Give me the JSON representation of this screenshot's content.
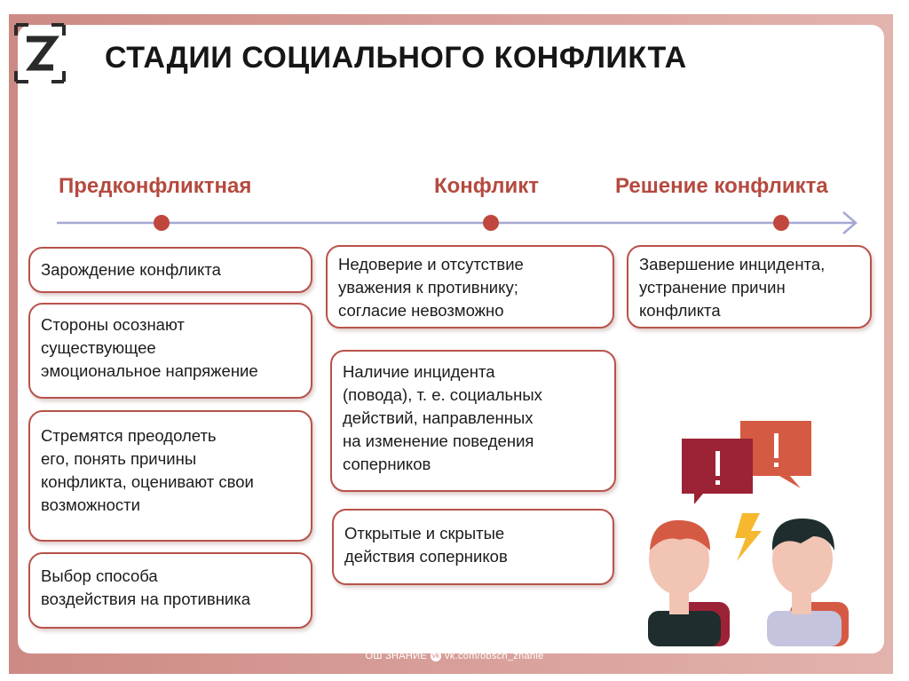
{
  "title": "СТАДИИ СОЦИАЛЬНОГО КОНФЛИКТА",
  "colors": {
    "accent": "#b8524a",
    "frame": "#cd8a84",
    "timeline": "#a5a8d4",
    "bubble_dark": "#9b2335",
    "bubble_light": "#d55a44",
    "lightning": "#f5b82e"
  },
  "logo": {
    "icon": "letter-z-bracket-logo"
  },
  "stages": [
    {
      "label": "Предконфликтная",
      "items": [
        "Зарождение конфликта",
        "Стороны осознают\nсуществующее\nэмоциональное напряжение",
        "Стремятся преодолеть\nего, понять причины\nконфликта, оценивают свои\nвозможности",
        "Выбор способа\nвоздействия на противника"
      ]
    },
    {
      "label": "Конфликт",
      "items": [
        "Недоверие и отсутствие\nуважения к противнику;\nсогласие невозможно",
        "Наличие инцидента\n(повода), т. е. социальных\nдействий, направленных\nна изменение поведения\nсоперников",
        "Открытые и скрытые\nдействия соперников"
      ]
    },
    {
      "label": "Решение конфликта",
      "items": [
        "Завершение инцидента,\nустранение причин\nконфликта"
      ]
    }
  ],
  "illustration": {
    "icons": [
      "exclamation-speech-bubble-icon",
      "exclamation-speech-bubble-icon",
      "lightning-icon",
      "person-icon",
      "person-icon"
    ]
  },
  "footer": {
    "left": "ОШ ЗНАНИЕ",
    "right": "vk.com/obsch_znanie"
  }
}
